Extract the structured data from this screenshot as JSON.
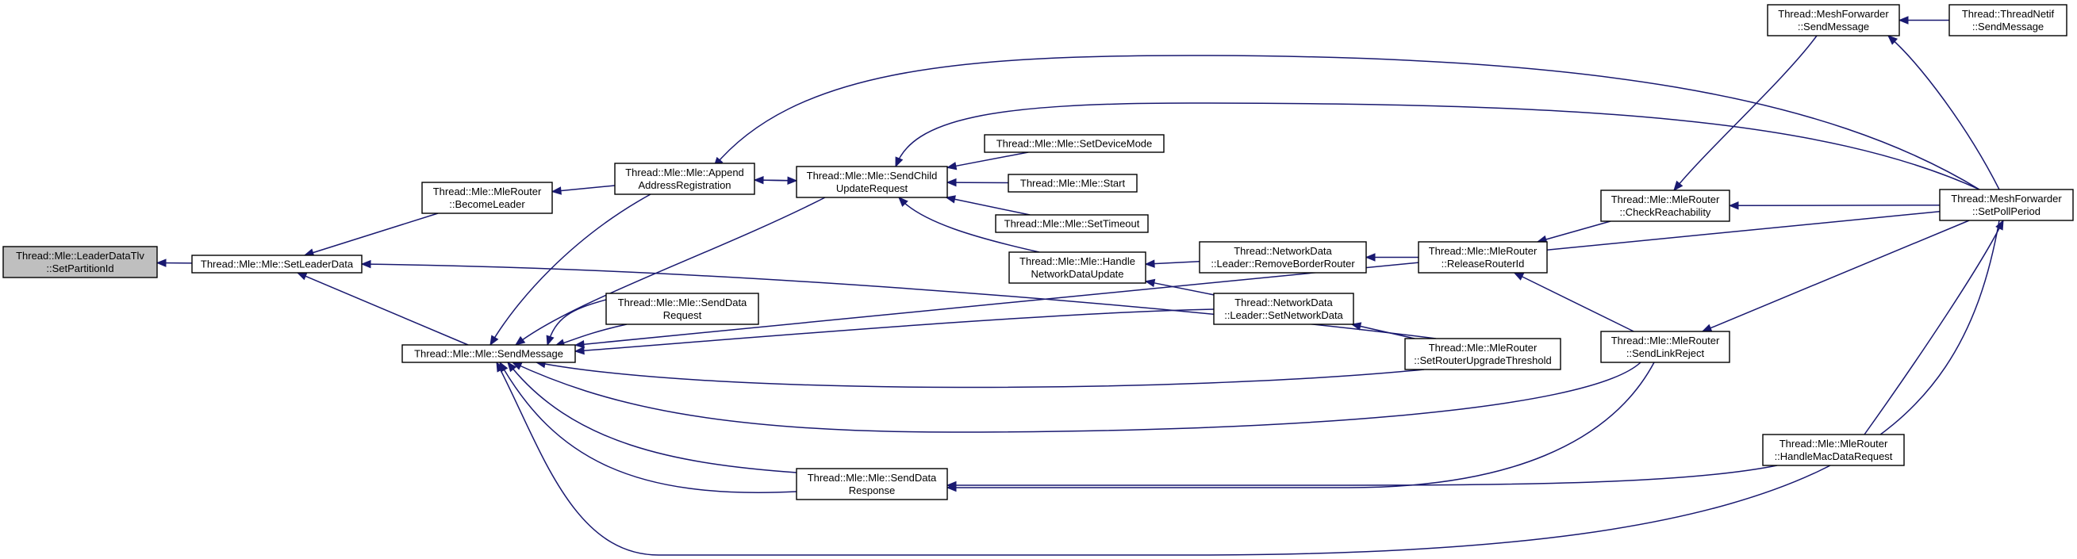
{
  "graph": {
    "edge_color": "#191970",
    "root_fill": "#bfbfbf",
    "node_fill": "#ffffff",
    "direction": "right-to-left caller graph",
    "nodes": [
      {
        "id": "setpartitionid",
        "lines": [
          "Thread::Mle::LeaderDataTlv",
          "::SetPartitionId"
        ],
        "root": true
      },
      {
        "id": "setleaderdata",
        "lines": [
          "Thread::Mle::Mle::SetLeaderData"
        ]
      },
      {
        "id": "becomeleader",
        "lines": [
          "Thread::Mle::MleRouter",
          "::BecomeLeader"
        ]
      },
      {
        "id": "sendmessage",
        "lines": [
          "Thread::Mle::Mle::SendMessage"
        ]
      },
      {
        "id": "appendaddr",
        "lines": [
          "Thread::Mle::Mle::Append",
          "AddressRegistration"
        ]
      },
      {
        "id": "sendchildupdate",
        "lines": [
          "Thread::Mle::Mle::SendChild",
          "UpdateRequest"
        ]
      },
      {
        "id": "senddatarequest",
        "lines": [
          "Thread::Mle::Mle::SendData",
          "Request"
        ]
      },
      {
        "id": "senddataresponse",
        "lines": [
          "Thread::Mle::Mle::SendData",
          "Response"
        ]
      },
      {
        "id": "setdevicemode",
        "lines": [
          "Thread::Mle::Mle::SetDeviceMode"
        ]
      },
      {
        "id": "start",
        "lines": [
          "Thread::Mle::Mle::Start"
        ]
      },
      {
        "id": "settimeout",
        "lines": [
          "Thread::Mle::Mle::SetTimeout"
        ]
      },
      {
        "id": "handlenetdata",
        "lines": [
          "Thread::Mle::Mle::Handle",
          "NetworkDataUpdate"
        ]
      },
      {
        "id": "removeborder",
        "lines": [
          "Thread::NetworkData",
          "::Leader::RemoveBorderRouter"
        ]
      },
      {
        "id": "setnetworkdata",
        "lines": [
          "Thread::NetworkData",
          "::Leader::SetNetworkData"
        ]
      },
      {
        "id": "releaserouterid",
        "lines": [
          "Thread::Mle::MleRouter",
          "::ReleaseRouterId"
        ]
      },
      {
        "id": "setrouterupgrade",
        "lines": [
          "Thread::Mle::MleRouter",
          "::SetRouterUpgradeThreshold"
        ]
      },
      {
        "id": "checkreach",
        "lines": [
          "Thread::Mle::MleRouter",
          "::CheckReachability"
        ]
      },
      {
        "id": "sendlinkreject",
        "lines": [
          "Thread::Mle::MleRouter",
          "::SendLinkReject"
        ]
      },
      {
        "id": "handlemacdata",
        "lines": [
          "Thread::Mle::MleRouter",
          "::HandleMacDataRequest"
        ]
      },
      {
        "id": "meshsend",
        "lines": [
          "Thread::MeshForwarder",
          "::SendMessage"
        ]
      },
      {
        "id": "netifsend",
        "lines": [
          "Thread::ThreadNetif",
          "::SendMessage"
        ]
      },
      {
        "id": "setpollperiod",
        "lines": [
          "Thread::MeshForwarder",
          "::SetPollPeriod"
        ]
      }
    ],
    "edges": [
      {
        "from": "setleaderdata",
        "to": "setpartitionid"
      },
      {
        "from": "becomeleader",
        "to": "setleaderdata"
      },
      {
        "from": "sendmessage",
        "to": "setleaderdata"
      },
      {
        "from": "setrouterupgrade",
        "to": "setleaderdata"
      },
      {
        "from": "appendaddr",
        "to": "becomeleader"
      },
      {
        "from": "appendaddr",
        "to": "sendmessage"
      },
      {
        "from": "sendchildupdate",
        "to": "sendmessage"
      },
      {
        "from": "senddatarequest",
        "to": "sendmessage"
      },
      {
        "from": "senddatarequest",
        "to": "sendmessage"
      },
      {
        "from": "setnetworkdata",
        "to": "sendmessage"
      },
      {
        "from": "setrouterupgrade",
        "to": "sendmessage"
      },
      {
        "from": "sendlinkreject",
        "to": "sendmessage"
      },
      {
        "from": "senddataresponse",
        "to": "sendmessage"
      },
      {
        "from": "senddataresponse",
        "to": "sendmessage"
      },
      {
        "from": "setpollperiod",
        "to": "sendmessage"
      },
      {
        "from": "sendchildupdate",
        "to": "appendaddr"
      },
      {
        "from": "appendaddr",
        "to": "sendchildupdate"
      },
      {
        "from": "setpollperiod",
        "to": "appendaddr"
      },
      {
        "from": "setdevicemode",
        "to": "sendchildupdate"
      },
      {
        "from": "start",
        "to": "sendchildupdate"
      },
      {
        "from": "settimeout",
        "to": "sendchildupdate"
      },
      {
        "from": "handlenetdata",
        "to": "sendchildupdate"
      },
      {
        "from": "setpollperiod",
        "to": "sendchildupdate"
      },
      {
        "from": "removeborder",
        "to": "handlenetdata"
      },
      {
        "from": "setnetworkdata",
        "to": "handlenetdata"
      },
      {
        "from": "releaserouterid",
        "to": "removeborder"
      },
      {
        "from": "setrouterupgrade",
        "to": "setnetworkdata"
      },
      {
        "from": "checkreach",
        "to": "releaserouterid"
      },
      {
        "from": "sendlinkreject",
        "to": "releaserouterid"
      },
      {
        "from": "meshsend",
        "to": "checkreach"
      },
      {
        "from": "setpollperiod",
        "to": "checkreach"
      },
      {
        "from": "setpollperiod",
        "to": "sendlinkreject"
      },
      {
        "from": "sendlinkreject",
        "to": "senddataresponse"
      },
      {
        "from": "handlemacdata",
        "to": "senddataresponse"
      },
      {
        "from": "netifsend",
        "to": "meshsend"
      },
      {
        "from": "setpollperiod",
        "to": "meshsend"
      },
      {
        "from": "handlemacdata",
        "to": "setpollperiod"
      },
      {
        "from": "setpollperiod",
        "to": "sendmessage"
      }
    ]
  }
}
